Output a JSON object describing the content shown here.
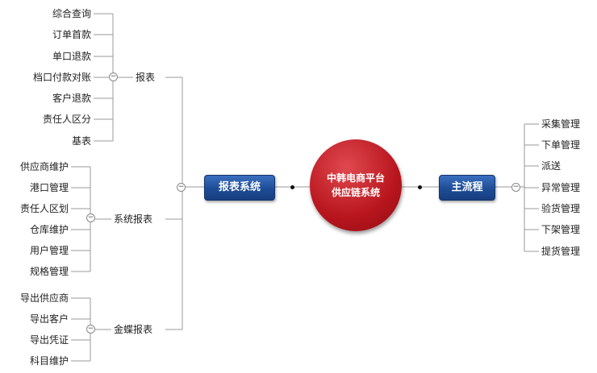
{
  "center": {
    "line1": "中韩电商平台",
    "line2": "供应链系统"
  },
  "left_box": "报表系统",
  "right_box": "主流程",
  "groups": [
    {
      "label": "报表",
      "items": [
        "综合查询",
        "订单首款",
        "单口退款",
        "档口付款对账",
        "客户退款",
        "责任人区分",
        "基表"
      ]
    },
    {
      "label": "系统报表",
      "items": [
        "供应商维护",
        "港口管理",
        "责任人区划",
        "仓库维护",
        "用户管理",
        "规格管理"
      ]
    },
    {
      "label": "金蝶报表",
      "items": [
        "导出供应商",
        "导出客户",
        "导出凭证",
        "科目维护"
      ]
    }
  ],
  "right_items": [
    "采集管理",
    "下单管理",
    "派送",
    "异常管理",
    "验货管理",
    "下架管理",
    "提货管理"
  ],
  "toggle_symbol": "−",
  "colors": {
    "box": "#1c4a93",
    "center": "#b8151d",
    "line": "#9a9a9a"
  }
}
